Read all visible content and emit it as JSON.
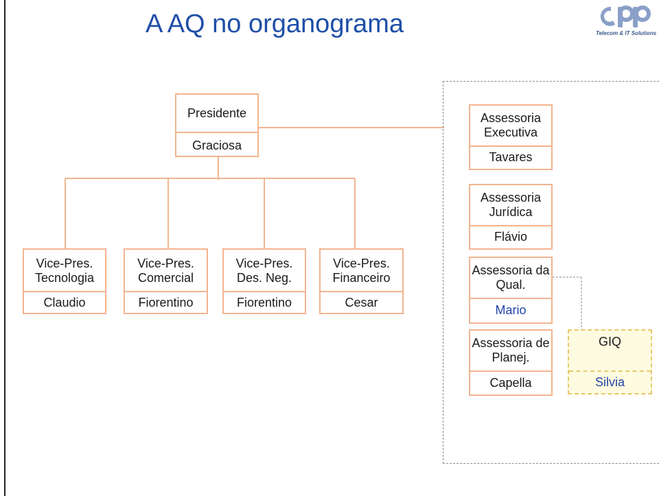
{
  "title": "A AQ no organograma",
  "logo": {
    "name": "cpqd-logo",
    "tagline": "Telecom & IT Solutions"
  },
  "president": {
    "role": "Presidente",
    "name": "Graciosa"
  },
  "vice_presidents": [
    {
      "role": "Vice-Pres. Tecnologia",
      "name": "Claudio"
    },
    {
      "role": "Vice-Pres. Comercial",
      "name": "Fiorentino"
    },
    {
      "role": "Vice-Pres. Des. Neg.",
      "name": "Fiorentino"
    },
    {
      "role": "Vice-Pres. Financeiro",
      "name": "Cesar"
    }
  ],
  "advisories": [
    {
      "role": "Assessoria Executiva",
      "name": "Tavares"
    },
    {
      "role": "Assessoria Jurídica",
      "name": "Flávio"
    },
    {
      "role": "Assessoria da Qual.",
      "name": "Mario"
    },
    {
      "role": "Assessoria de Planej.",
      "name": "Capella"
    }
  ],
  "giq": {
    "role": "GIQ",
    "name": "Silvia"
  },
  "colors": {
    "title": "#1f4fa8",
    "box_border": "#f2b48f",
    "giq_fill": "#fffbe0",
    "highlight_text": "#2244aa"
  }
}
